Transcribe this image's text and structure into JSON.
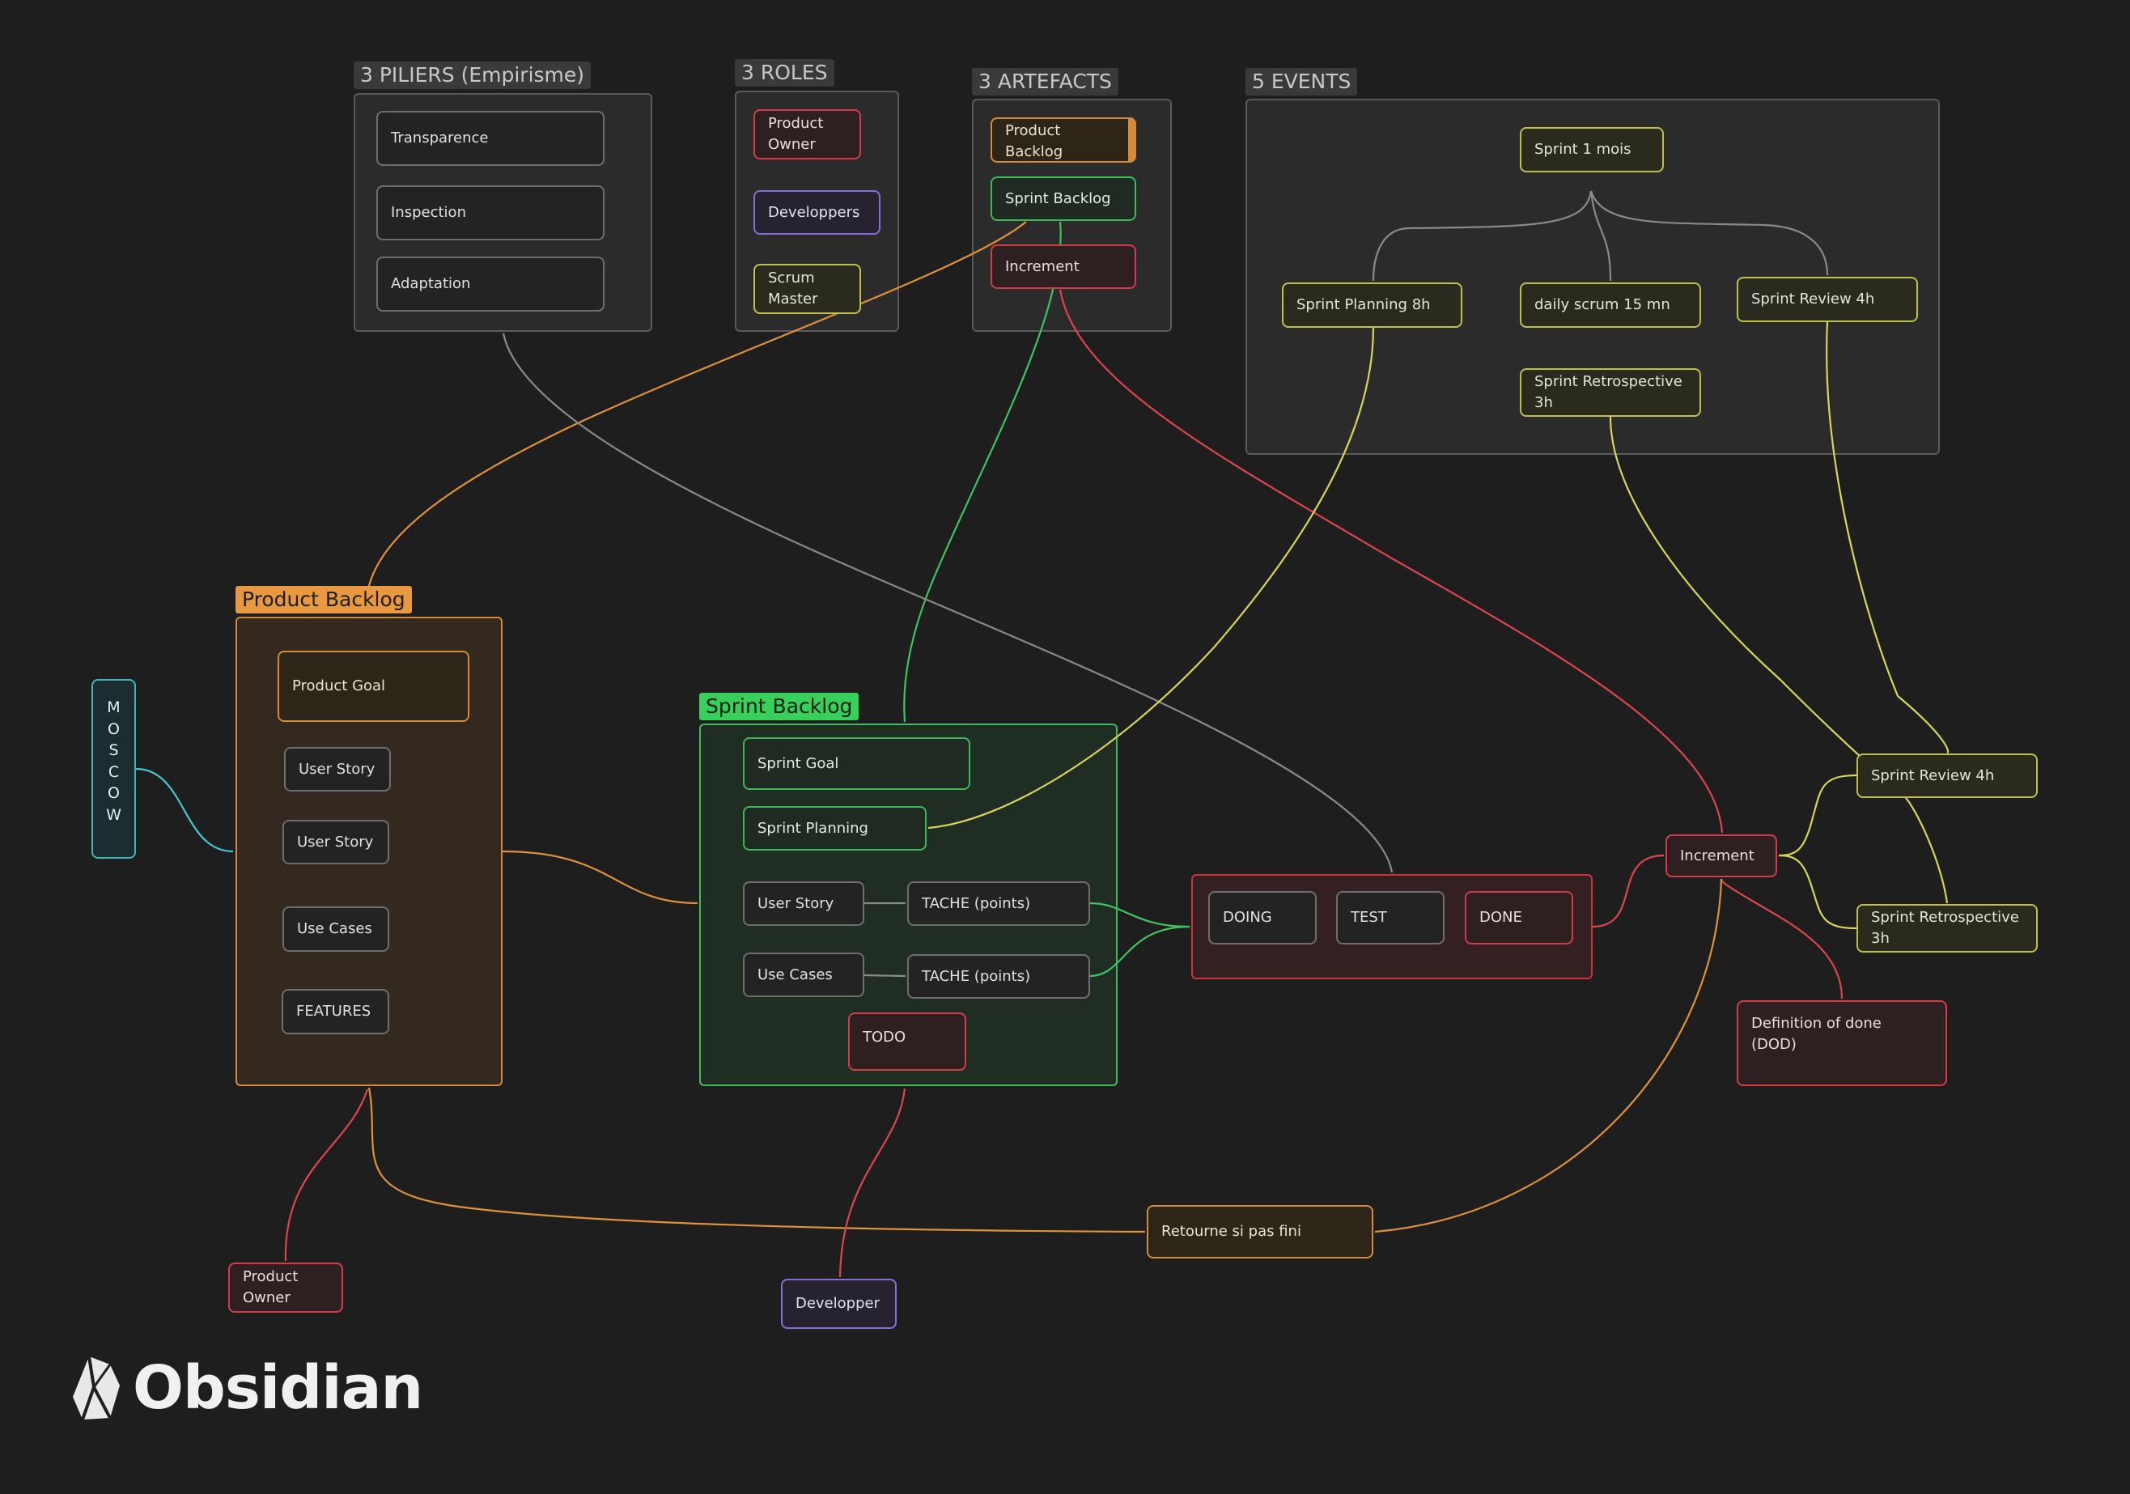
{
  "app": {
    "name": "Obsidian"
  },
  "groups": {
    "piliers": {
      "label": "3 PILIERS (Empirisme)"
    },
    "roles": {
      "label": "3 ROLES"
    },
    "artefacts": {
      "label": "3 ARTEFACTS"
    },
    "events": {
      "label": "5 EVENTS"
    },
    "product_backlog": {
      "label": "Product Backlog"
    },
    "sprint_backlog": {
      "label": "Sprint Backlog"
    }
  },
  "nodes": {
    "transparence": "Transparence",
    "inspection": "Inspection",
    "adaptation": "Adaptation",
    "product_owner_role": "Product\nOwner",
    "developpers_role": "Developpers",
    "scrum_master_role": "Scrum\nMaster",
    "art_product_backlog": "Product\nBacklog",
    "art_sprint_backlog": "Sprint Backlog",
    "art_increment": "Increment",
    "sprint_1_mois": "Sprint 1 mois",
    "sprint_planning_8h": "Sprint Planning 8h",
    "daily_scrum": "daily scrum 15 mn",
    "sprint_review_4h_top": "Sprint Review 4h",
    "sprint_retro_top": "Sprint Retrospective\n3h",
    "moscow": "M\nO\nS\nC\nO\nW",
    "product_goal": "Product Goal",
    "pb_user_story_1": "User Story",
    "pb_user_story_2": "User Story",
    "pb_use_cases": "Use Cases",
    "pb_features": "FEATURES",
    "sprint_goal": "Sprint Goal",
    "sprint_planning": "Sprint Planning",
    "sb_user_story": "User Story",
    "tache_1": "TACHE (points)",
    "sb_use_cases": "Use Cases",
    "tache_2": "TACHE (points)",
    "todo": "TODO",
    "doing": "DOING",
    "test": "TEST",
    "done": "DONE",
    "increment_main": "Increment",
    "sprint_review_4h_right": "Sprint Review 4h",
    "sprint_retro_right": "Sprint Retrospective\n3h",
    "definition_of_done": "Definition of done\n(DOD)",
    "retourne": "Retourne si pas fini",
    "product_owner_bottom": "Product\nOwner",
    "developper_bottom": "Developper"
  },
  "colors": {
    "background": "#1e1e1e",
    "gray": "#8a8a8a",
    "orange": "#e0913c",
    "green": "#3fc460",
    "red": "#e0444c",
    "yellow": "#d8d65a",
    "cyan": "#45c8d0",
    "purple": "#8a6cd8"
  },
  "edges": [
    {
      "from": "art_product_backlog",
      "to": "product_backlog_group",
      "color": "orange"
    },
    {
      "from": "art_sprint_backlog",
      "to": "sprint_backlog_group",
      "color": "green"
    },
    {
      "from": "art_increment",
      "to": "increment_main",
      "color": "red"
    },
    {
      "from": "piliers_group",
      "to": "board_group",
      "color": "gray"
    },
    {
      "from": "sprint_1_mois",
      "to": "sprint_planning_8h",
      "color": "gray"
    },
    {
      "from": "sprint_1_mois",
      "to": "daily_scrum",
      "color": "gray"
    },
    {
      "from": "sprint_1_mois",
      "to": "sprint_review_4h_top",
      "color": "gray"
    },
    {
      "from": "sprint_planning_8h",
      "to": "sprint_planning",
      "color": "yellow"
    },
    {
      "from": "sprint_review_4h_top",
      "to": "sprint_review_4h_right",
      "color": "yellow"
    },
    {
      "from": "sprint_retro_top",
      "to": "sprint_retro_right",
      "color": "yellow"
    },
    {
      "from": "sprint_review_4h_right",
      "to": "increment_main",
      "color": "yellow"
    },
    {
      "from": "sprint_retro_right",
      "to": "increment_main",
      "color": "yellow"
    },
    {
      "from": "moscow",
      "to": "product_backlog_group",
      "color": "cyan"
    },
    {
      "from": "product_backlog_group",
      "to": "sprint_backlog_group",
      "color": "orange"
    },
    {
      "from": "sb_user_story",
      "to": "tache_1",
      "color": "gray"
    },
    {
      "from": "sb_use_cases",
      "to": "tache_2",
      "color": "gray"
    },
    {
      "from": "tache_1",
      "to": "board_group",
      "color": "green"
    },
    {
      "from": "tache_2",
      "to": "board_group",
      "color": "green"
    },
    {
      "from": "board_group",
      "to": "increment_main",
      "color": "red"
    },
    {
      "from": "definition_of_done",
      "to": "increment_main",
      "color": "red"
    },
    {
      "from": "increment_main",
      "to": "retourne",
      "color": "orange"
    },
    {
      "from": "retourne",
      "to": "product_backlog_group",
      "color": "orange"
    },
    {
      "from": "product_owner_bottom",
      "to": "product_backlog_group",
      "color": "red"
    },
    {
      "from": "developper_bottom",
      "to": "todo",
      "color": "red"
    }
  ]
}
